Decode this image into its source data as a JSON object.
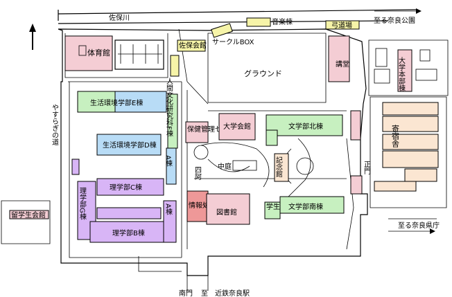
{
  "map": {
    "labels": {
      "sahogawa": "佐保川",
      "to_nara_park": "至る奈良公園",
      "to_nara_pref": "至る奈良県庁",
      "gym": "体育館",
      "saho_hall": "佐保会館",
      "circle_box": "サークルBOX",
      "music_bldg": "音楽棟",
      "ground": "グラウンド",
      "kodo": "講堂",
      "univ_hq": "大学本部棟",
      "yasuragi": "やすらぎの道",
      "ryugakusei": "留学生会館",
      "seikatsu_e": "生活環境学部E棟",
      "seikatsu_d": "生活環境学部D棟",
      "ningen_bunka": "人間文化研究科F棟",
      "hoken": "保健管理センター",
      "daigaku_kaikan": "大学会館",
      "bungaku_north": "文学部北棟",
      "yosha": "寄宿舎",
      "shizume": "四阿",
      "nakaniwa": "中庭",
      "kinenkan": "記念館",
      "seimon": "正門",
      "a_top": "A棟",
      "a_bottom": "A棟",
      "rigaku_c": "理学部C棟",
      "rigaku_g": "理学部G棟",
      "rigaku_b": "理学部B棟",
      "joho": "情報処理センター",
      "tosho": "図書館",
      "gakusei_shitsu": "学生控室",
      "bungaku_south": "文学部南棟",
      "nanmon": "南門",
      "to_kintetsu": "至　近鉄奈良駅",
      "kyudojo": "弓道場",
      "north_arrow": "N"
    },
    "colors": {
      "pink": "#f4cdd4",
      "green": "#c7f0c0",
      "blue": "#b8dcf6",
      "purple": "#d8b5f6",
      "yellow": "#f6f4a8",
      "peach": "#fbe6d2",
      "red": "#ee9898",
      "field": "#ffffff"
    }
  }
}
